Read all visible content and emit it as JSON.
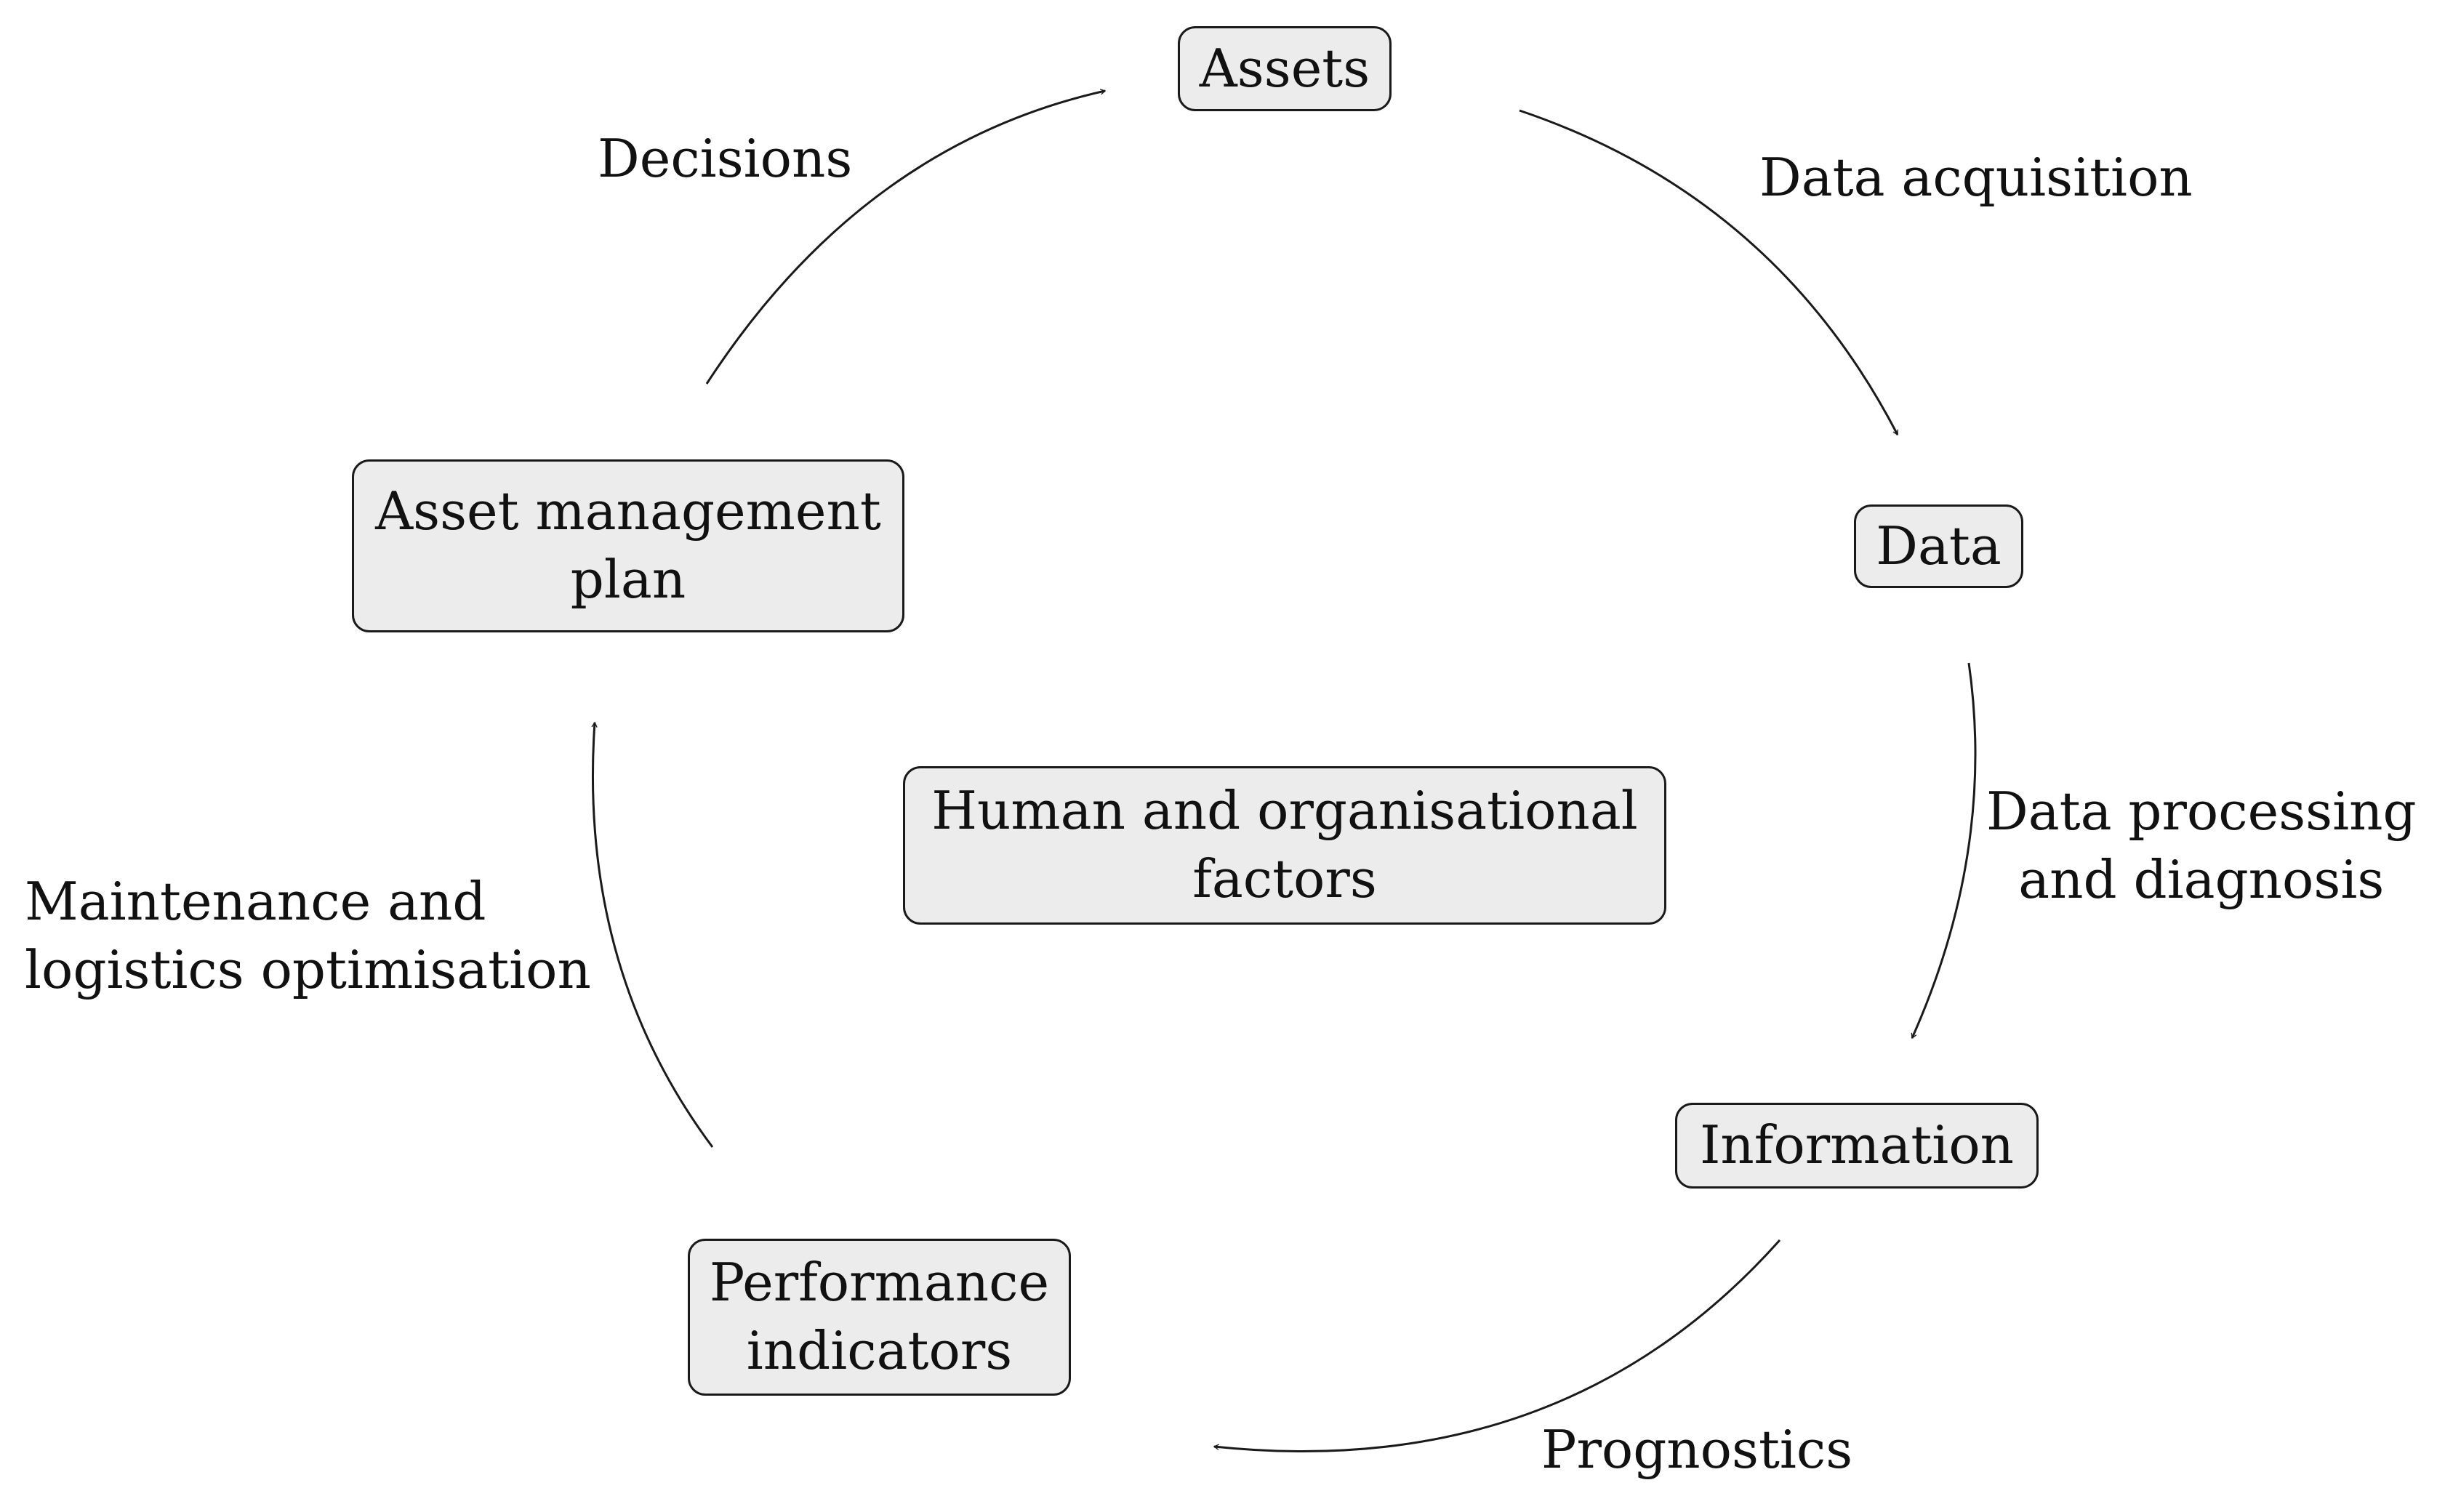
{
  "nodes": {
    "assets": {
      "lines": [
        "Assets"
      ]
    },
    "data": {
      "lines": [
        "Data"
      ]
    },
    "information": {
      "lines": [
        "Information"
      ]
    },
    "performance_indicators": {
      "lines": [
        "Performance",
        "indicators"
      ]
    },
    "asset_management_plan": {
      "lines": [
        "Asset management",
        "plan"
      ]
    },
    "human_factors": {
      "lines": [
        "Human and organisational",
        "factors"
      ]
    }
  },
  "edges": {
    "data_acquisition": {
      "lines": [
        "Data acquisition"
      ]
    },
    "data_processing": {
      "lines": [
        "Data processing",
        "and diagnosis"
      ]
    },
    "prognostics": {
      "lines": [
        "Prognostics"
      ]
    },
    "maintenance_logistics": {
      "lines": [
        "Maintenance and",
        "logistics optimisation"
      ]
    },
    "decisions": {
      "lines": [
        "Decisions"
      ]
    }
  },
  "colors": {
    "node_fill": "#ececec",
    "stroke": "#1a1a1a"
  }
}
